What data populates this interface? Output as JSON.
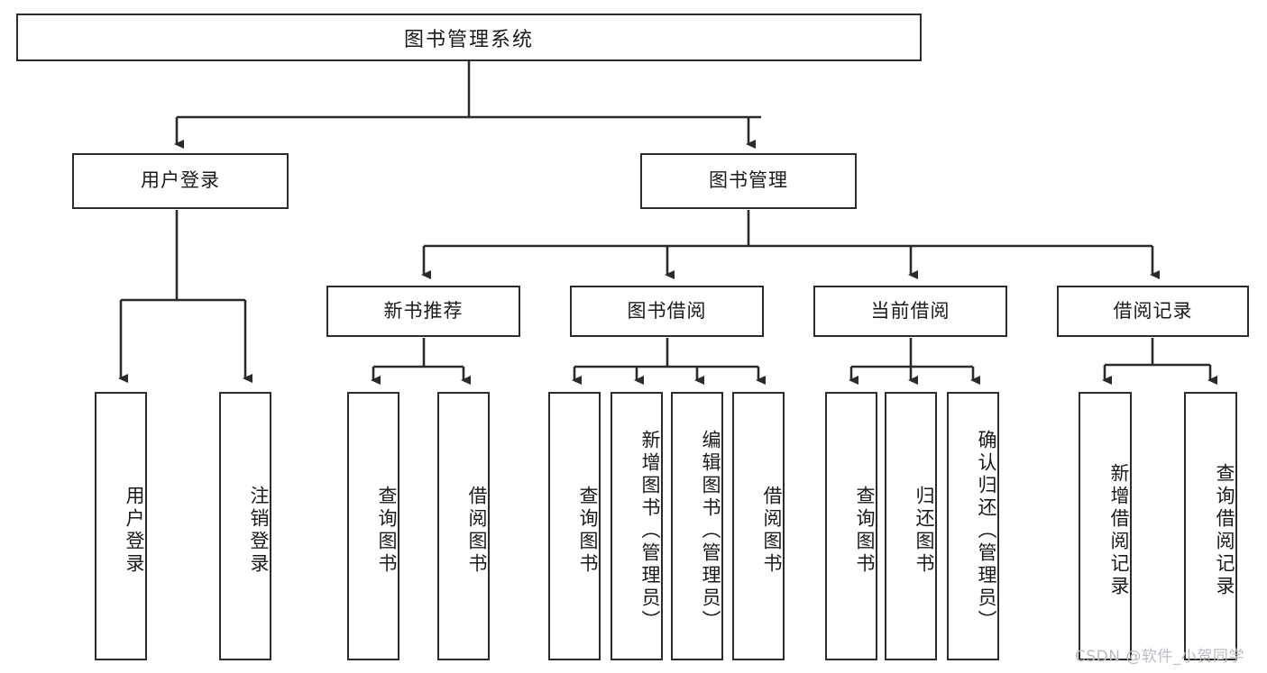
{
  "diagram": {
    "type": "tree-hierarchy",
    "title": "图书管理系统",
    "root": {
      "label": "图书管理系统"
    },
    "level2": [
      {
        "label": "用户登录"
      },
      {
        "label": "图书管理"
      }
    ],
    "level3": [
      {
        "label": "新书推荐"
      },
      {
        "label": "图书借阅"
      },
      {
        "label": "当前借阅"
      },
      {
        "label": "借阅记录"
      }
    ],
    "leaves": {
      "user_login": [
        {
          "label": "用户登录"
        },
        {
          "label": "注销登录"
        }
      ],
      "new_book_recommend": [
        {
          "label": "查询图书"
        },
        {
          "label": "借阅图书"
        }
      ],
      "book_borrow": [
        {
          "label": "查询图书"
        },
        {
          "label": "新增图书（管理员）"
        },
        {
          "label": "编辑图书（管理员）"
        },
        {
          "label": "借阅图书"
        }
      ],
      "current_borrow": [
        {
          "label": "查询图书"
        },
        {
          "label": "归还图书"
        },
        {
          "label": "确认归还（管理员）"
        }
      ],
      "borrow_record": [
        {
          "label": "新增借阅记录"
        },
        {
          "label": "查询借阅记录"
        }
      ]
    }
  },
  "watermark": {
    "text": "CSDN @软件_小贺同学"
  },
  "colors": {
    "stroke": "#2b2b2b",
    "box_fill": "#ffffff",
    "text": "#1a1a1a",
    "watermark": "#b9bcc2",
    "background": "#ffffff"
  }
}
